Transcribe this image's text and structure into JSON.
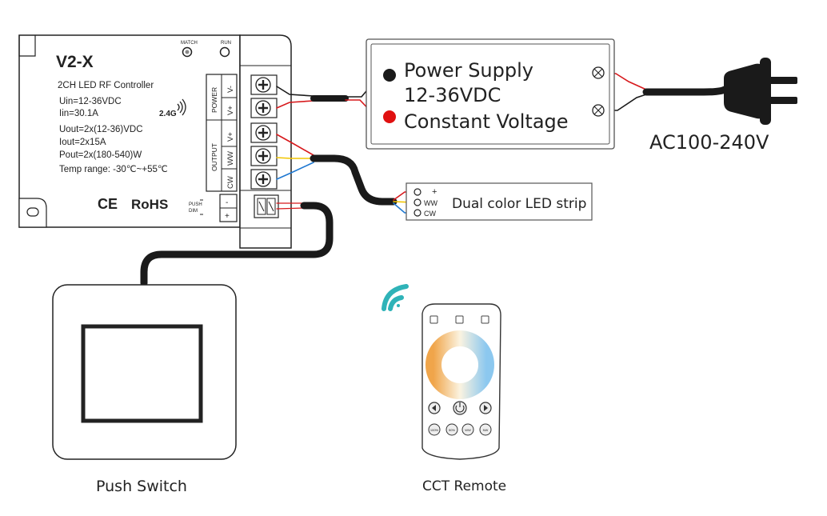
{
  "controller": {
    "model": "V2-X",
    "subtitle": "2CH LED RF Controller",
    "uin": "Uin=12-36VDC",
    "iin": "Iin=30.1A",
    "uout": "Uout=2x(12-36)VDC",
    "iout": "Iout=2x15A",
    "pout": "Pout=2x(180-540)W",
    "temp": "Temp range: -30℃~+55℃",
    "rf_band": "2.4G",
    "match_label": "MATCH",
    "run_label": "RUN",
    "ce_mark": "CE",
    "rohs_mark": "RoHS",
    "power_group": "POWER",
    "output_group": "OUTPUT",
    "push_dim_label_1": "PUSH",
    "push_dim_label_2": "DIM",
    "terminals": {
      "v_minus": "V-",
      "v_plus_power": "V+",
      "v_plus_output": "V+",
      "ww": "WW",
      "cw": "CW",
      "push_minus": "-",
      "push_plus": "+"
    }
  },
  "power_supply": {
    "line1": "Power Supply",
    "line2": "12-36VDC",
    "line3": "Constant Voltage"
  },
  "mains": {
    "label": "AC100-240V"
  },
  "led_strip": {
    "label": "Dual color LED strip",
    "pins": [
      "+",
      "WW",
      "CW"
    ]
  },
  "push_switch": {
    "label": "Push Switch"
  },
  "remote": {
    "label": "CCT Remote",
    "buttons": [
      "100%",
      "50%",
      "WW",
      "NW"
    ]
  },
  "colors": {
    "wire_red": "#d7191c",
    "wire_black": "#1a1a1a",
    "wire_yellow": "#f2c500",
    "wire_blue": "#1f78d1",
    "wifi_teal": "#2fb3b8"
  }
}
